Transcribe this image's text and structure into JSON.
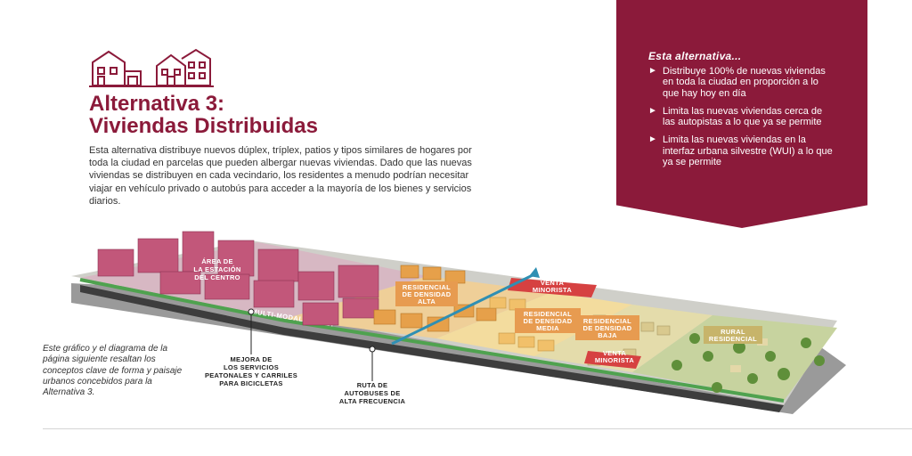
{
  "title": {
    "line1": "Alternativa 3:",
    "line2": "Viviendas Distribuidas",
    "icon": "houses-icon"
  },
  "intro": "Esta alternativa distribuye nuevos dúplex, tríplex, patios y tipos similares de hogares por toda la ciudad en parcelas que pueden albergar nuevas viviendas. Dado que las nuevas viviendas se distribuyen en cada vecindario, los residentes a menudo podrían necesitar viajar en vehículo privado o autobús para acceder a la mayoría de los bienes y servicios diarios.",
  "banner": {
    "heading": "Esta alternativa...",
    "items": [
      "Distribuye 100% de nuevas viviendas en toda la ciudad en proporción a lo que hay hoy en día",
      "Limita las nuevas viviendas cerca de las autopistas a lo que ya se permite",
      "Limita las nuevas viviendas en la interfaz urbana silvestre (WUI) a lo que ya se permite"
    ],
    "bullet_icon": "triangle-right-icon"
  },
  "caption": "Este gráfico y el diagrama de la página siguiente resaltan los conceptos clave de forma y paisaje urbanos concebidos para la Alternativa 3.",
  "diagram": {
    "labels": {
      "station_1": "ÁREA DE",
      "station_2": "LA ESTACIÓN",
      "station_3": "DEL CENTRO",
      "high_1": "RESIDENCIAL",
      "high_2": "DE DENSIDAD",
      "high_3": "ALTA",
      "retail_top_1": "VENTA",
      "retail_top_2": "MINORISTA",
      "medium_1": "RESIDENCIAL",
      "medium_2": "DE DENSIDAD",
      "medium_3": "MEDIA",
      "low_1": "RESIDENCIAL",
      "low_2": "DE DENSIDAD",
      "low_3": "BAJA",
      "retail_bottom_1": "VENTA",
      "retail_bottom_2": "MINORISTA",
      "rural_1": "RURAL",
      "rural_2": "RESIDENCIAL",
      "street": "MULTI-MODAL STREET"
    },
    "callouts": {
      "ped_1": "MEJORA DE",
      "ped_2": "LOS SERVICIOS",
      "ped_3": "PEATONALES Y CARRILES",
      "ped_4": "PARA BICICLETAS",
      "bus_1": "RUTA DE",
      "bus_2": "AUTOBUSES DE",
      "bus_3": "ALTA FRECUENCIA"
    },
    "colors": {
      "station": "#c2577a",
      "high": "#e6a04a",
      "medium": "#f1c06a",
      "low": "#d9c98e",
      "rural": "#b9cc8a",
      "retail": "#d64141",
      "label_bg": "#e79b50",
      "greenway": "#4fa24f",
      "bus_route": "#2f8fb3"
    }
  }
}
